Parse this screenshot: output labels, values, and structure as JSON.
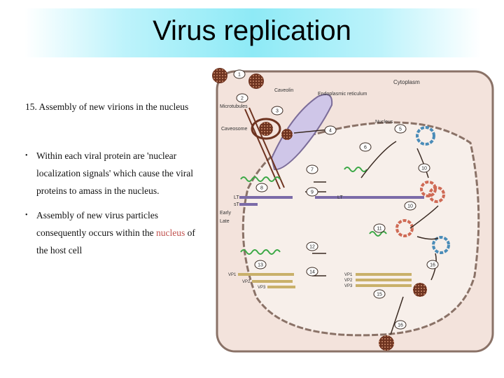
{
  "slide": {
    "title": "Virus replication",
    "heading_number": "15.",
    "heading_text": "Assembly of new virions in the nucleus",
    "bullets": [
      {
        "marker": "•",
        "text": "Within each viral protein are 'nuclear localization signals' which cause the viral proteins to amass in the nucleus.",
        "highlight": ""
      },
      {
        "marker": "•",
        "text_before": "Assembly of new virus particles consequently occurs within the ",
        "highlight": "nucleus",
        "text_after": " of the host cell"
      }
    ]
  },
  "diagram": {
    "labels": {
      "caveolin": "Caveolin",
      "er": "Endoplasmic reticulum",
      "cytoplasm": "Cytoplasm",
      "microtubules": "Microtubules",
      "nucleus": "Nucleus",
      "caveosome": "Caveosome",
      "lt": "LT",
      "st": "sT",
      "early": "Early",
      "late": "Late",
      "lt_gene": "LT",
      "vp1_left": "VP1",
      "vp2_left": "VP2",
      "vp3_left": "VP3",
      "vp1_right": "VP1",
      "vp2_right": "VP2",
      "vp3_right": "VP3"
    },
    "steps": [
      "1",
      "2",
      "3",
      "4",
      "5",
      "6",
      "7",
      "8",
      "9",
      "10",
      "10",
      "11",
      "12",
      "13",
      "14",
      "15",
      "16",
      "16"
    ],
    "colors": {
      "cell_fill": "#f3e3dc",
      "cell_border": "#8a7267",
      "nucleus_fill": "#f7efea",
      "er_fill": "#cfc6e8",
      "virion": "#7a3a22",
      "early_bar": "#7b6ba8",
      "late_bar": "#c9b06a",
      "rna": "#3aa845",
      "capsid_blue": "#4a8cb8",
      "capsid_red": "#cf6a55",
      "highlight": "#c0504d"
    }
  }
}
